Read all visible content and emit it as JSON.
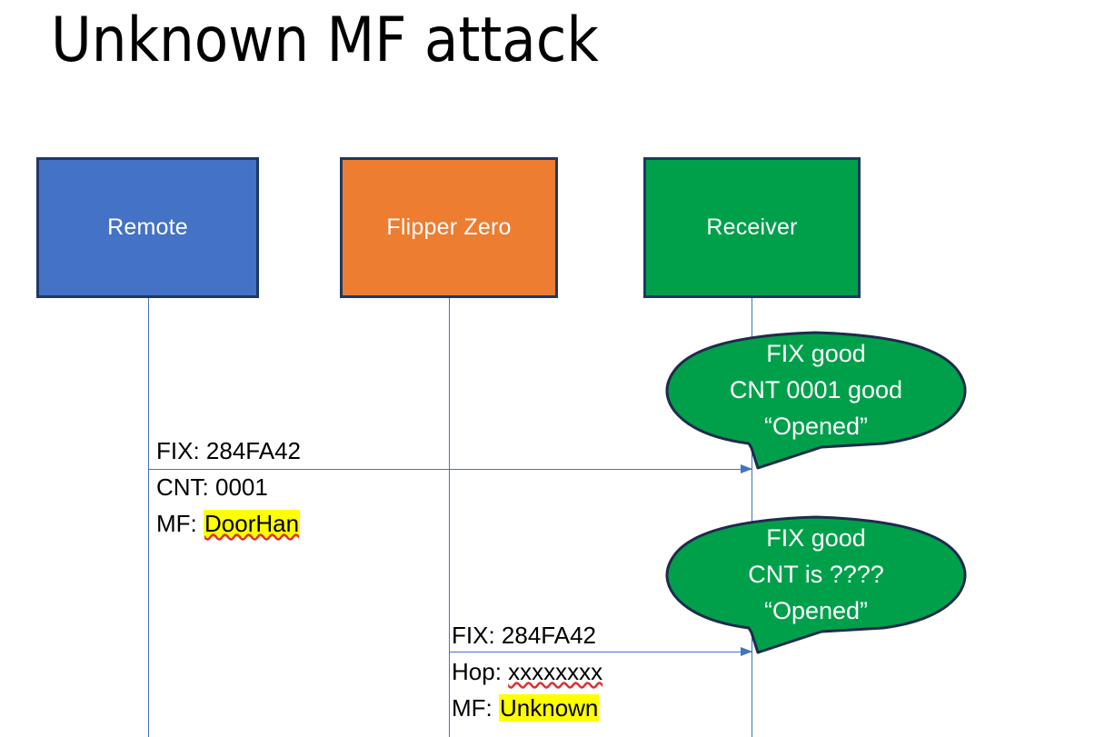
{
  "slide": {
    "title": "Unknown MF attack",
    "background": "#ffffff"
  },
  "colors": {
    "remote": "#4472C4",
    "flipper": "#ED7D31",
    "receiver": "#00A04B",
    "border": "#1F3864",
    "lifeline": "#4472C4",
    "highlight": "#FFFF00",
    "spellcheck_underline": "#E03030",
    "bubble_fill": "#00A04B",
    "bubble_text": "#ffffff"
  },
  "actors": [
    {
      "id": "remote",
      "label": "Remote"
    },
    {
      "id": "flipper",
      "label": "Flipper Zero"
    },
    {
      "id": "receiver",
      "label": "Receiver"
    }
  ],
  "messages": [
    {
      "id": "msg-1",
      "from": "remote",
      "to": "receiver",
      "lines": [
        {
          "label": "FIX:",
          "value": "284FA42",
          "highlight": false,
          "spellcheck_error": false
        },
        {
          "label": "CNT:",
          "value": "0001",
          "highlight": false,
          "spellcheck_error": false
        },
        {
          "label": "MF:",
          "value": "DoorHan",
          "highlight": true,
          "spellcheck_error": true
        }
      ]
    },
    {
      "id": "msg-2",
      "from": "flipper",
      "to": "receiver",
      "lines": [
        {
          "label": "FIX:",
          "value": "284FA42",
          "highlight": false,
          "spellcheck_error": false
        },
        {
          "label": "Hop:",
          "value": "xxxxxxxx",
          "highlight": false,
          "spellcheck_error": true
        },
        {
          "label": "MF:",
          "value": "Unknown",
          "highlight": true,
          "spellcheck_error": false
        }
      ]
    }
  ],
  "bubbles": [
    {
      "id": "bubble-1",
      "owner": "receiver",
      "lines": [
        "FIX good",
        "CNT 0001 good",
        "“Opened”"
      ]
    },
    {
      "id": "bubble-2",
      "owner": "receiver",
      "lines": [
        "FIX good",
        "CNT is ????",
        "“Opened”"
      ]
    }
  ]
}
